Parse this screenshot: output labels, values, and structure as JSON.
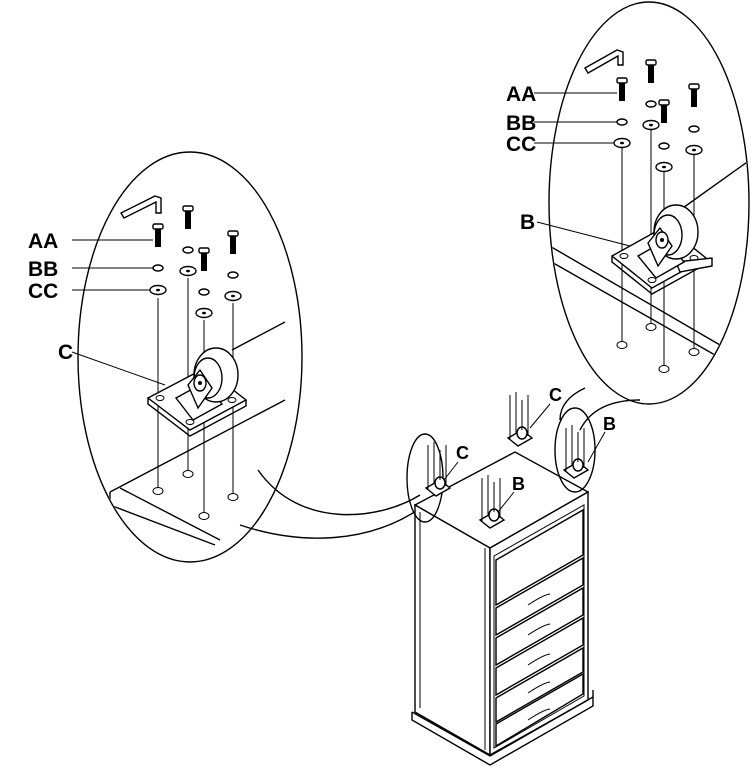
{
  "labels": {
    "left_callout": {
      "aa": "AA",
      "bb": "BB",
      "cc": "CC",
      "caster": "C"
    },
    "right_callout": {
      "aa": "AA",
      "bb": "BB",
      "cc": "CC",
      "caster": "B"
    },
    "cabinet": {
      "caster_c_front": "C",
      "caster_c_back": "C",
      "caster_b_front": "B",
      "caster_b_right": "B"
    }
  },
  "colors": {
    "line": "#000000",
    "background": "#ffffff"
  }
}
